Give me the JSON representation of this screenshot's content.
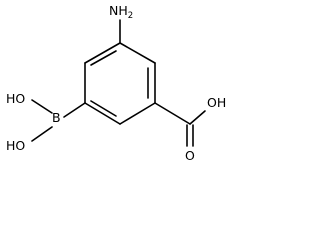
{
  "molecule": {
    "labels": {
      "amine_n": "N",
      "amine_h": "H",
      "amine_count": "2",
      "boron": "B",
      "boron_oh_top": "HO",
      "boron_oh_bottom": "HO",
      "acid_oh": "OH",
      "acid_o": "O"
    },
    "bond_color": "#000000"
  }
}
